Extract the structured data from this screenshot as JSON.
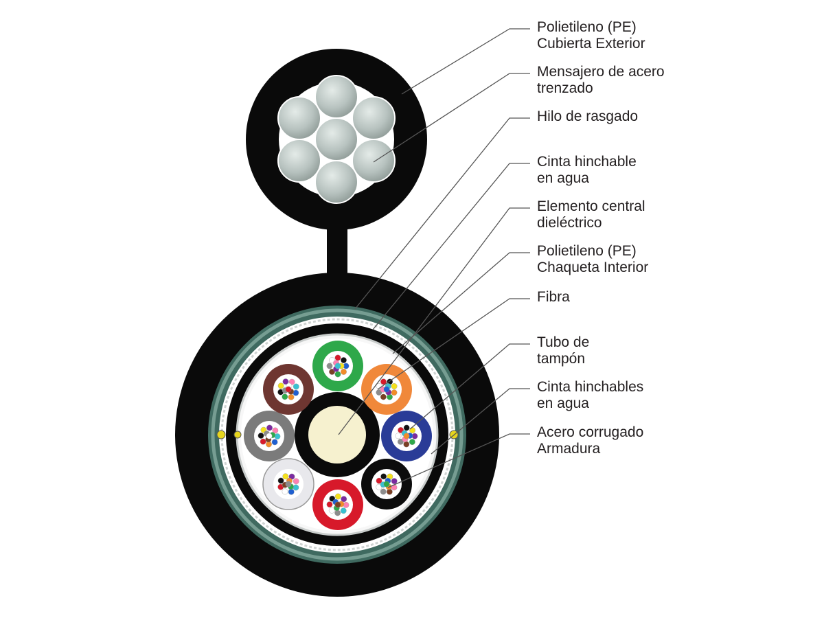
{
  "callouts": [
    {
      "id": "outer-sheath",
      "lines": [
        "Polietileno (PE)",
        "Cubierta Exterior"
      ]
    },
    {
      "id": "steel-messenger",
      "lines": [
        "Mensajero de acero",
        "trenzado"
      ]
    },
    {
      "id": "ripcord",
      "lines": [
        "Hilo de rasgado"
      ]
    },
    {
      "id": "water-blocking-tape",
      "lines": [
        "Cinta hinchable",
        "en agua"
      ]
    },
    {
      "id": "central-member",
      "lines": [
        "Elemento central",
        "dieléctrico"
      ]
    },
    {
      "id": "inner-jacket",
      "lines": [
        "Polietileno (PE)",
        "Chaqueta Interior"
      ]
    },
    {
      "id": "fiber",
      "lines": [
        "Fibra"
      ]
    },
    {
      "id": "buffer-tube",
      "lines": [
        "Tubo de",
        "tampón"
      ]
    },
    {
      "id": "water-blocking-tapes",
      "lines": [
        "Cinta hinchables",
        "en agua"
      ]
    },
    {
      "id": "corrugated-steel",
      "lines": [
        "Acero corrugado",
        "Armadura"
      ]
    }
  ],
  "colors": {
    "jacket": "#0a0a0a",
    "armor": "#3f6a60",
    "armor_light": "#8fb3a8",
    "steel": "#b9c3c0",
    "central_member": "#f6f1cf",
    "leader": "#555555",
    "text": "#231f20"
  },
  "buffer_tubes": [
    {
      "name": "green-tube",
      "color": "#2ea84a"
    },
    {
      "name": "orange-tube",
      "color": "#f0883a"
    },
    {
      "name": "blue-tube",
      "color": "#2a3c97"
    },
    {
      "name": "black-tube",
      "color": "#0c0c0c"
    },
    {
      "name": "red-tube",
      "color": "#d7192a"
    },
    {
      "name": "white-tube",
      "color": "#e8e8ec"
    },
    {
      "name": "gray-tube",
      "color": "#7b7b7b"
    },
    {
      "name": "brown-tube",
      "color": "#6e3631"
    }
  ],
  "fiber_colors": [
    "#1f5fd0",
    "#f28c28",
    "#2ea84a",
    "#7a3f24",
    "#8c8c8c",
    "#ffffff",
    "#d7192a",
    "#111111",
    "#f5e11c",
    "#7b2aa0",
    "#ff7fb2",
    "#39c0d0"
  ]
}
